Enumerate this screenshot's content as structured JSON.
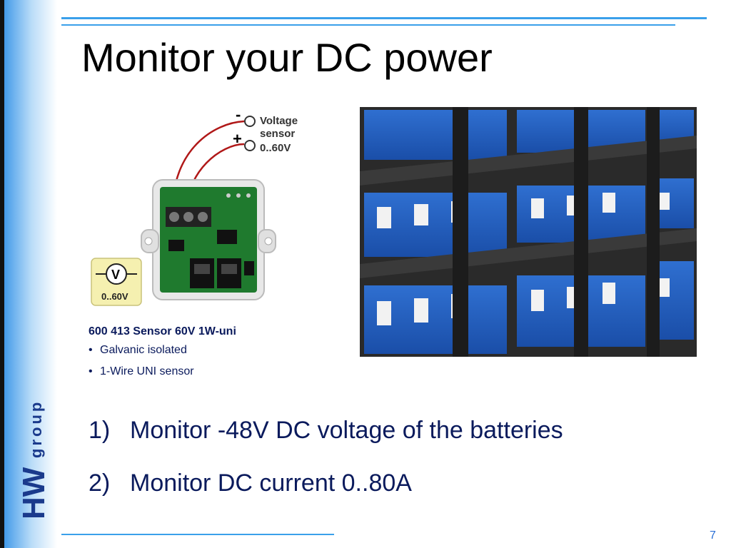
{
  "slide": {
    "title": "Monitor your DC power",
    "page_number": "7"
  },
  "diagram": {
    "minus_sign": "-",
    "plus_sign": "+",
    "sensor_label_line1": "Voltage",
    "sensor_label_line2": "sensor",
    "sensor_label_line3": "0..60V",
    "badge_symbol": "V",
    "badge_range": "0..60V"
  },
  "product": {
    "name": "600 413 Sensor 60V 1W-uni",
    "features": [
      "Galvanic isolated",
      "1-Wire UNI sensor"
    ]
  },
  "steps": [
    {
      "num": "1)",
      "text": "Monitor -48V DC voltage of the batteries"
    },
    {
      "num": "2)",
      "text": "Monitor DC current 0..80A"
    }
  ],
  "logo": {
    "letters": "HW",
    "word": "group"
  },
  "colors": {
    "accent": "#3aa0ea",
    "text_dark": "#0a1a5c",
    "logo": "#1a3a8c"
  }
}
